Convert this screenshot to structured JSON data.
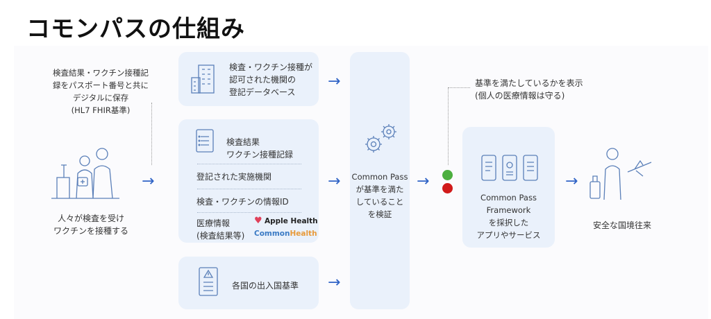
{
  "title": "コモンパスの仕組み",
  "left_note": [
    "検査結果・ワクチン接種記",
    "録をパスポート番号と共に",
    "デジタルに保存",
    "(HL7 FHIR基準)"
  ],
  "person_caption": [
    "人々が検査を受け",
    "ワクチンを接種する"
  ],
  "db_box": [
    "検査・ワクチン接種が",
    "認可された機関の",
    "登記データベース"
  ],
  "records_box": {
    "doc_label": [
      "検査結果",
      "ワクチン接種記録"
    ],
    "row1": "登記された実施機関",
    "row2": "検査・ワクチンの情報ID",
    "row3": [
      "医療情報",
      "(検査結果等)"
    ],
    "apple_health": "Apple Health",
    "common_health_a": "Common",
    "common_health_b": "Health"
  },
  "criteria_box": "各国の出入国基準",
  "verify_box": [
    "Common Pass",
    "が基準を満た",
    "していること",
    "を検証"
  ],
  "top_right_note": [
    "基準を満たしているかを表示",
    "(個人の医療情報は守る)"
  ],
  "framework_box": [
    "Common Pass",
    "Framework",
    "を採択した",
    "アプリやサービス"
  ],
  "travel_caption": "安全な国境往来",
  "colors": {
    "accent": "#2f63c6",
    "box": "#eaf1fb",
    "green": "#4caf3f",
    "red": "#d11a1a",
    "icon": "#5a7fb8"
  }
}
